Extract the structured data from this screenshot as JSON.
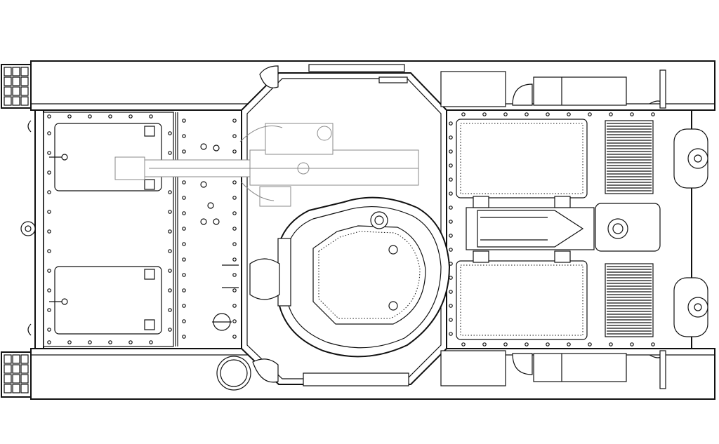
{
  "drawing": {
    "line_color": "#111111",
    "background_color": "#ffffff",
    "faint_line_color": "#888888"
  },
  "parts": [
    "hull-outline",
    "left-track-guard",
    "right-track-guard",
    "front-hull-plate",
    "driver-hatch-left",
    "driver-hatch-right",
    "main-gun",
    "turret-ring",
    "commander-cupola",
    "engine-deck",
    "engine-grilles",
    "fuel-tanks",
    "rear-wheels",
    "exhaust-fan",
    "tow-hooks",
    "lifting-eye"
  ]
}
